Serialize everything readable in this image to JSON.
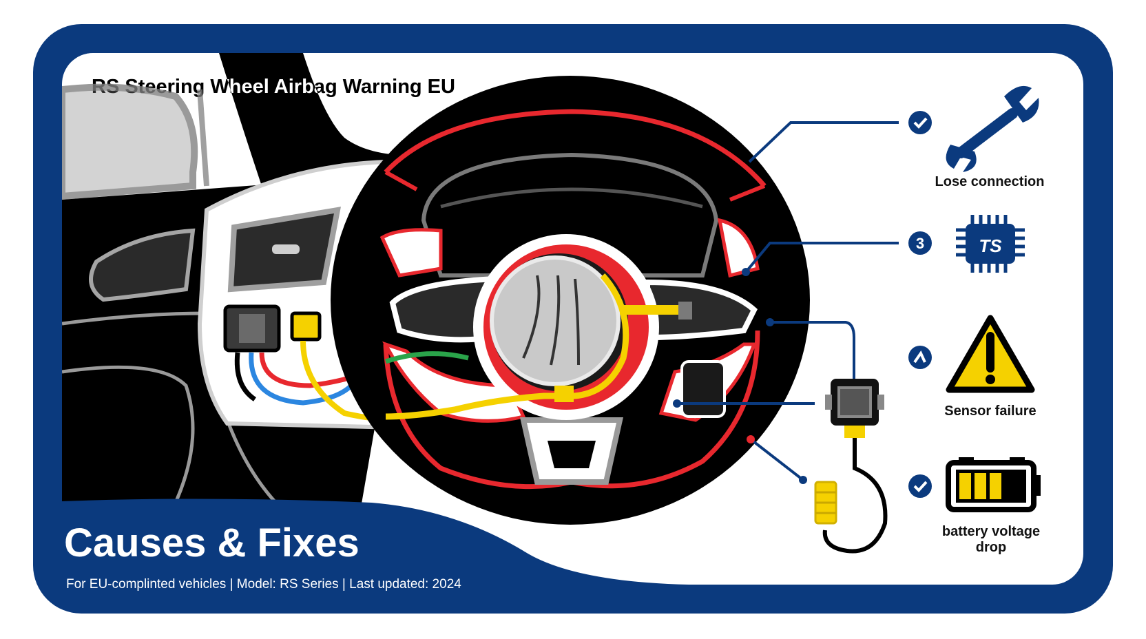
{
  "header": {
    "title": "RS Steering Wheel Airbag Warning EU"
  },
  "footer": {
    "heading": "Causes & Fixes",
    "subtitle": "For EU-complinted vehicles | Model: RS Series | Last updated: 2024"
  },
  "causes": [
    {
      "badge": "check-icon",
      "icon": "wrench-icon",
      "label": "Lose connection"
    },
    {
      "badge": "3",
      "icon": "chip-icon",
      "chip_text": "TS",
      "label": ""
    },
    {
      "badge": "lambda-icon",
      "icon": "warning-triangle-icon",
      "label": "Sensor failure"
    },
    {
      "badge": "check-icon",
      "icon": "battery-icon",
      "label_line1": "battery voltage",
      "label_line2": "drop",
      "battery_level": 0.6
    }
  ],
  "colors": {
    "navy": "#0b3a7e",
    "red": "#e8282e",
    "yellow": "#f5d100",
    "black": "#000000",
    "grey": "#c9c9c9"
  }
}
